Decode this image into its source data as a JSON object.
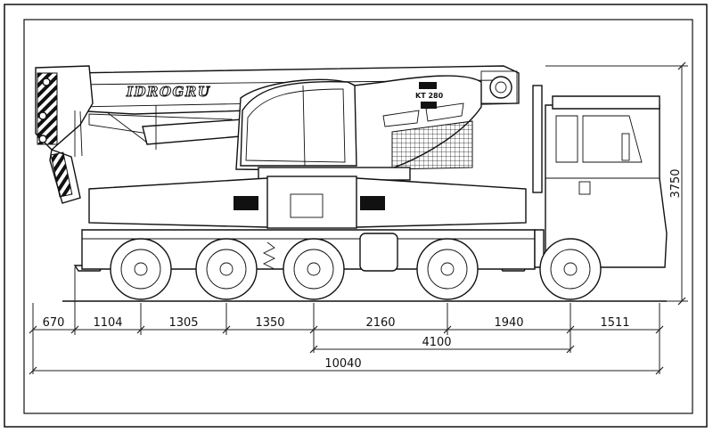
{
  "crane": {
    "brand": "IDROGRU",
    "model": "KT 280"
  },
  "dimensions": {
    "segments": [
      "670",
      "1104",
      "1305",
      "1350",
      "2160",
      "1940",
      "1511"
    ],
    "wheelbase": "4100",
    "overall_length": "10040",
    "height": "3750"
  }
}
